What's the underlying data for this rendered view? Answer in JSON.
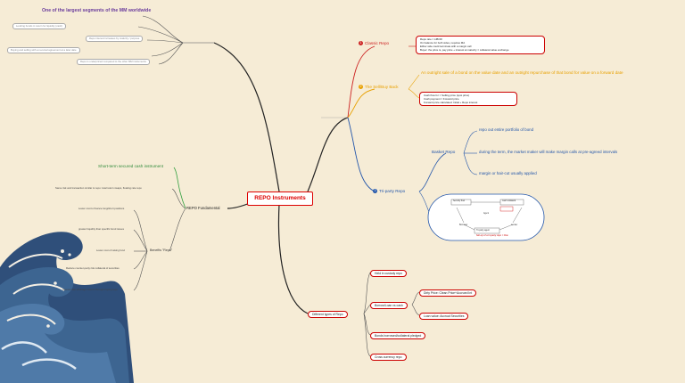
{
  "root": {
    "title": "REPO Instruments"
  },
  "top_branch": {
    "header": "One of the largest segments of the MM worldwide",
    "items": [
      "Lending bonds in return for liquidity (cash)",
      "Repo interest increases by maturity / purpose",
      "Buying and selling with a reversal agreement at a later date",
      "Repo is underpriced compared to the other MM instruments"
    ]
  },
  "classic_repo": {
    "number": "1",
    "label": "Classic Repo",
    "details": [
      "Repo rate = LIBOR",
      "On balance for both sides, requires MA",
      "Either side could terminate with a margin call",
      "Buyer: the price is, pay price + interest at maturity = collateral value exchange"
    ]
  },
  "sell_buy_back": {
    "number": "2",
    "label": "The Sell/Buy Back",
    "definition": "An outright sale of a bond on the value date and an outright repurchase of that bond for value on a forward date",
    "details": [
      "Cash flow for = Selling price (spot price)",
      "Cash payment = Forward price",
      "Forward price calculated: Initial + Repo interest"
    ]
  },
  "tri_party": {
    "number": "3",
    "label": "Tri-party Repo",
    "sub": "Basket Repo",
    "items": [
      "repo out entire portfolio of bond",
      "during the term, the market maker will make margin calls at pre-agreed intervals",
      "margin or hair-cut usually applied"
    ],
    "diagram_labels": {
      "left_top": "Security flow",
      "right_top": "Cash collateral",
      "center": "Agent",
      "left": "Borrower",
      "right": "Lender",
      "bottom": "Tri-party agent",
      "caption": "Set-up of a tri-party repo = flow"
    }
  },
  "fundamental": {
    "label": "REPO Fundamental",
    "short_term": "Short-term secured cash instrument",
    "derivative_note": "Same risk and transaction similar to repo: total return swaps, floating rate repo",
    "benefits_label": "Benefits \"Repo\"",
    "benefits": [
      "Lower cost to finance long/short positions",
      "greater liquidity than specific bond issues",
      "Lower cost of raising fund",
      "Reduce counter-party risk collateral of securities",
      "Interest rate arbitrage returns through buying repo"
    ]
  },
  "types": {
    "label": "Different types of Repo",
    "items": [
      "Held in custody repo",
      "Borrow/Loan vs cash",
      "Bonds borrowed/collateral pledged",
      "Cross currency repo"
    ],
    "sub_items": [
      "Dirty Price: Clean Price+Accrued Int",
      "Loan value: Accrual Securities"
    ]
  },
  "colors": {
    "root_red": "#dd0000",
    "classic": "#cc2222",
    "sellbuy": "#e8a000",
    "triparty": "#2255aa",
    "fund": "#33a040",
    "dark": "#222222"
  }
}
